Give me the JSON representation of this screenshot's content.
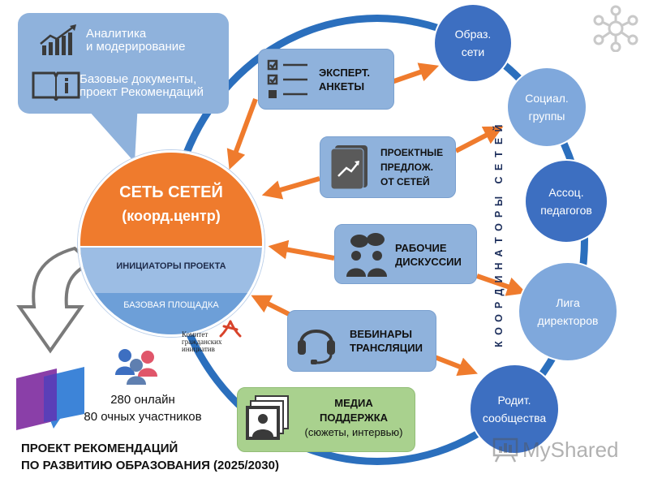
{
  "callout": {
    "analytics": [
      "Аналитика",
      "и модерирование"
    ],
    "docs": [
      "Базовые документы,",
      "проект Рекомендаций"
    ]
  },
  "hub": {
    "title": "СЕТЬ СЕТЕЙ",
    "subtitle": "(коорд.центр)",
    "middle": "ИНИЦИАТОРЫ ПРОЕКТА",
    "bottom": "БАЗОВАЯ ПЛОЩАДКА"
  },
  "cards": {
    "surveys": [
      "ЭКСПЕРТ.",
      "АНКЕТЫ"
    ],
    "proposals": [
      "ПРОЕКТНЫЕ",
      "ПРЕДЛОЖ.",
      "ОТ СЕТЕЙ"
    ],
    "discussions": [
      "РАБОЧИЕ",
      "ДИСКУССИИ"
    ],
    "webinars": [
      "ВЕБИНАРЫ",
      "ТРАНСЛЯЦИИ"
    ],
    "media": [
      "МЕДИА",
      "ПОДДЕРЖКА",
      "(сюжеты, интервью)"
    ]
  },
  "networks": [
    "Образ.|сети",
    "Социал.|группы",
    "Ассоц.|педагогов",
    "Лига|директоров",
    "Родит.|сообщества"
  ],
  "coordinators": "КООРДИНАТОРЫ СЕТЕЙ",
  "committee": [
    "Комитет",
    "гражданских",
    "инициатив"
  ],
  "participants": [
    "280 онлайн",
    "80 очных участников"
  ],
  "project": [
    "ПРОЕКТ РЕКОМЕНДАЦИЙ",
    "ПО РАЗВИТИЮ ОБРАЗОВАНИЯ (2025/2030)"
  ],
  "watermark": "MyShared",
  "colors": {
    "orange": "#ef7b2d",
    "blue": "#3d6fc1",
    "light_blue": "#8fb2dc",
    "green": "#a9d18e"
  }
}
